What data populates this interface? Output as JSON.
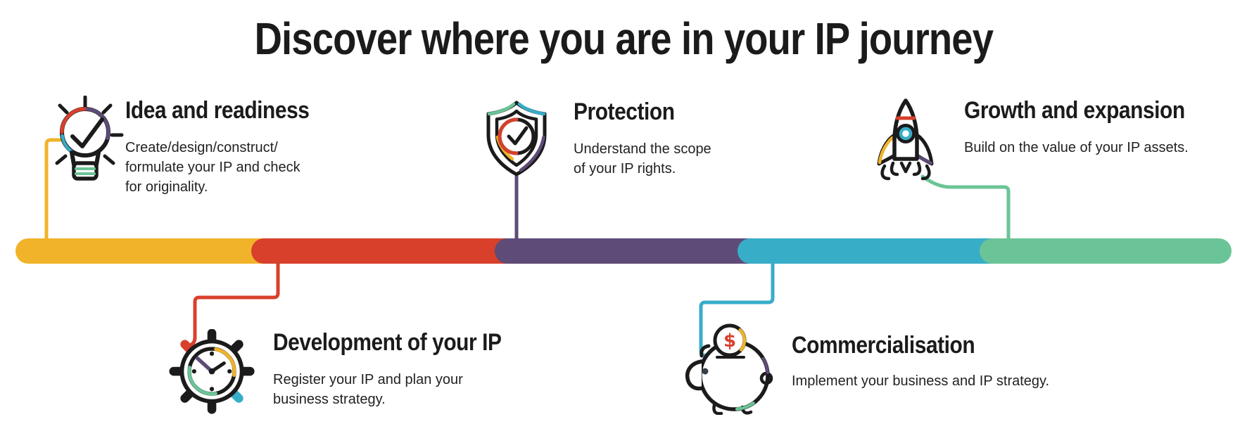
{
  "title": "Discover where you are in your IP journey",
  "palette": {
    "yellow": "#F0B32A",
    "red": "#D8402C",
    "purple": "#5E4B77",
    "teal": "#38ADC8",
    "green": "#6BC497",
    "ink": "#1B1B1B"
  },
  "stages": [
    {
      "name": "Idea and readiness",
      "lines": [
        "Create/design/construct/",
        "formulate your IP and check",
        "for originality."
      ],
      "icon": "lightbulb-check-icon",
      "color": "#F0B32A",
      "position": "top"
    },
    {
      "name": "Development of your IP",
      "lines": [
        "Register your IP and plan your",
        "business strategy."
      ],
      "icon": "gear-clock-icon",
      "color": "#D8402C",
      "position": "bottom"
    },
    {
      "name": "Protection",
      "lines": [
        "Understand the scope",
        "of your IP rights."
      ],
      "icon": "shield-check-icon",
      "color": "#5E4B77",
      "position": "top"
    },
    {
      "name": "Commercialisation",
      "lines": [
        "Implement your business and IP strategy."
      ],
      "icon": "piggy-bank-icon",
      "color": "#38ADC8",
      "position": "bottom"
    },
    {
      "name": "Growth and expansion",
      "lines": [
        "Build on the value of your IP assets."
      ],
      "icon": "rocket-icon",
      "color": "#6BC497",
      "position": "top"
    }
  ]
}
